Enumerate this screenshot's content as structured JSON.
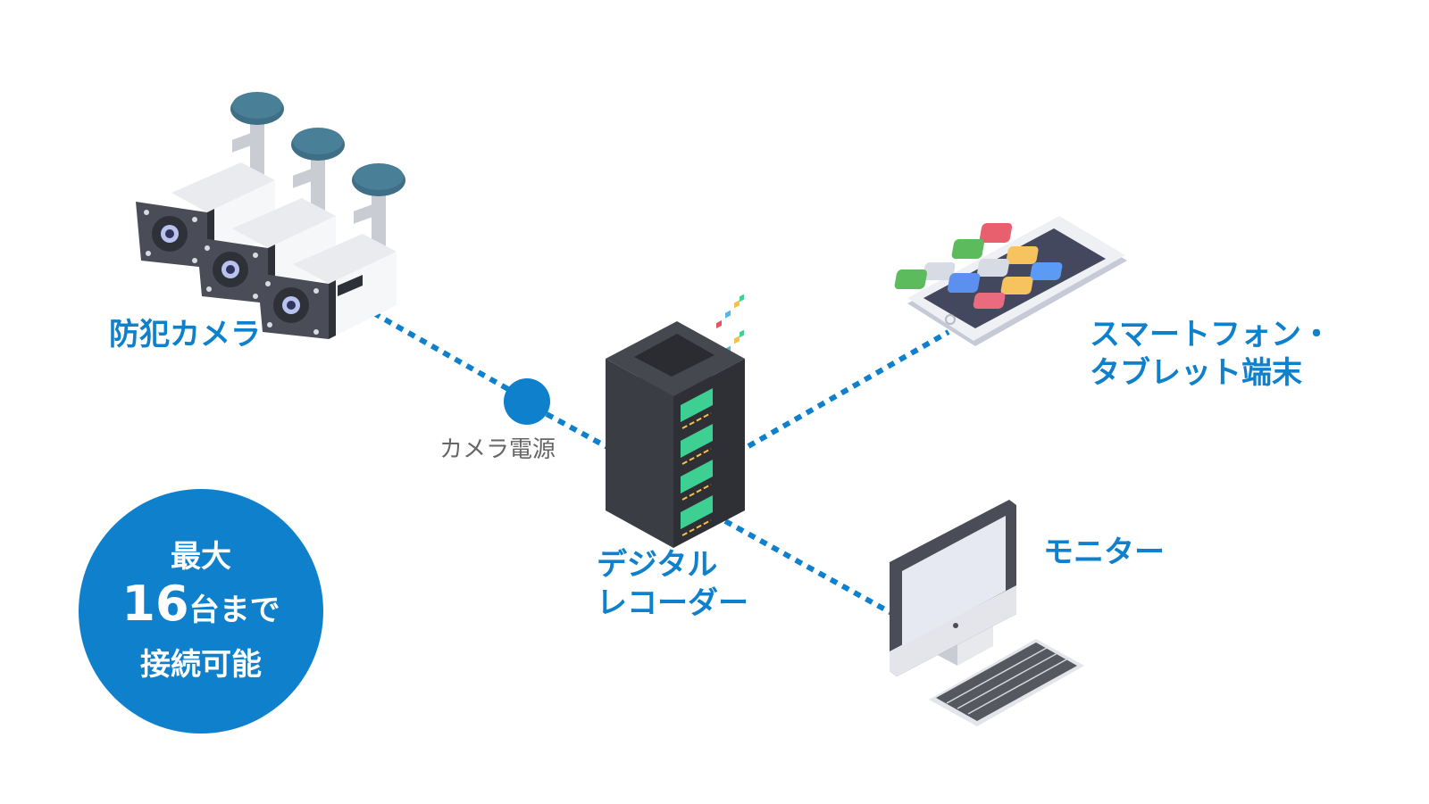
{
  "diagram": {
    "title": "防犯カメラ接続構成図",
    "accent_color": "#0f80cc",
    "nodes": [
      {
        "id": "camera",
        "label": "防犯カメラ",
        "icon": "security-camera-icon"
      },
      {
        "id": "power",
        "label": "カメラ電源",
        "icon": "power-node-icon"
      },
      {
        "id": "recorder",
        "label_lines": [
          "デジタル",
          "レコーダー"
        ],
        "icon": "digital-recorder-icon"
      },
      {
        "id": "phone",
        "label_lines": [
          "スマートフォン・",
          "タブレット端末"
        ],
        "icon": "smartphone-icon"
      },
      {
        "id": "monitor",
        "label": "モニター",
        "icon": "monitor-icon"
      }
    ],
    "edges": [
      {
        "from": "camera",
        "to": "power",
        "style": "dotted"
      },
      {
        "from": "power",
        "to": "recorder",
        "style": "dotted"
      },
      {
        "from": "recorder",
        "to": "phone",
        "style": "dotted"
      },
      {
        "from": "recorder",
        "to": "monitor",
        "style": "dotted"
      }
    ],
    "badge": {
      "line1": "最大",
      "count": "16",
      "count_suffix": "台まで",
      "line3": "接続可能"
    }
  }
}
